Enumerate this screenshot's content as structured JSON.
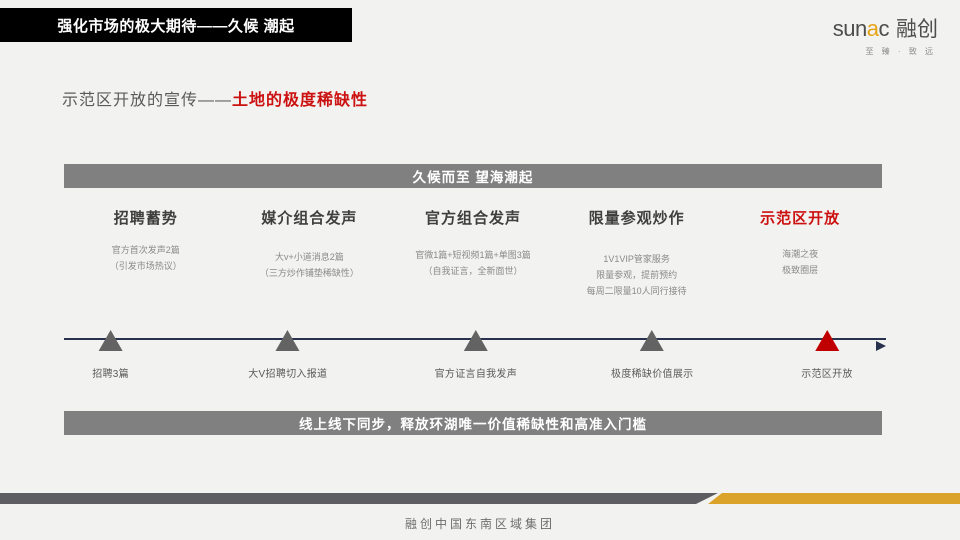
{
  "slide": {
    "title": "强化市场的极大期待——久候  潮起",
    "subtitle_gray": "示范区开放的宣传——",
    "subtitle_red": "土地的极度稀缺性",
    "banner_top": "久候而至  望海潮起",
    "banner_bottom": "线上线下同步，释放环湖唯一价值稀缺性和高准入门槛"
  },
  "logo": {
    "word_s": "sun",
    "word_a": "a",
    "word_c": "c",
    "cn": "融创",
    "tagline": "至 臻 · 致 远"
  },
  "columns": [
    {
      "head": "招聘蓄势",
      "accent": false,
      "lines": [
        "官方首次发声2篇",
        "（引发市场热议）"
      ]
    },
    {
      "head": "媒介组合发声",
      "accent": false,
      "lines": [
        "大v+小道消息2篇",
        "（三方炒作铺垫稀缺性）"
      ]
    },
    {
      "head": "官方组合发声",
      "accent": false,
      "lines": [
        "官微1篇+短视频1篇+单图3篇",
        "（自我证言，全新面世）"
      ]
    },
    {
      "head": "限量参观炒作",
      "accent": false,
      "lines": [
        "1V1VIP管家服务",
        "限量参观，提前预约",
        "每周二限量10人同行接待"
      ]
    },
    {
      "head": "示范区开放",
      "accent": true,
      "lines": [
        "海潮之夜",
        "极致圈层"
      ]
    }
  ],
  "timeline": {
    "markers": [
      {
        "label": "招聘3篇",
        "x_pct": 5.6,
        "color": "gray"
      },
      {
        "label": "大V招聘切入报道",
        "x_pct": 26.9,
        "color": "gray"
      },
      {
        "label": "官方证言自我发声",
        "x_pct": 49.5,
        "color": "gray"
      },
      {
        "label": "极度稀缺价值展示",
        "x_pct": 70.7,
        "color": "gray"
      },
      {
        "label": "示范区开放",
        "x_pct": 91.7,
        "color": "red"
      }
    ]
  },
  "footer": {
    "text": "融创中国东南区域集团"
  },
  "colors": {
    "accent_red": "#cc1111",
    "marker_red": "#c00000",
    "banner_gray": "#808080",
    "axis_navy": "#28324f",
    "brand_orange": "#e8a317",
    "footer_orange": "#dca32a",
    "background": "#f2f2f0"
  }
}
